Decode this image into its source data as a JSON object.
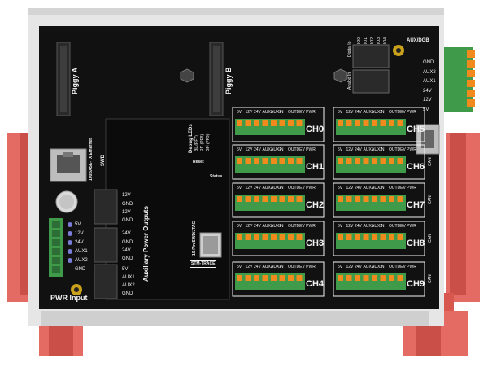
{
  "board": {
    "piggy_a": "Piggy A",
    "piggy_b": "Piggy B",
    "ethernet": "100BASE-TX Ethernet",
    "swd": "SWD",
    "reset": "Reset",
    "status": "Status",
    "debug_leds": {
      "title": "Debug LEDs",
      "items": [
        "BL (PF7)",
        "RD (PF8)",
        "GN (PF9)"
      ]
    },
    "stm_trace": "STM-TRACE",
    "swd_header": "10-Pin SWD/JTAG",
    "aux_power_title": "Auxiliary Power Outputs",
    "aux_power_rows": [
      "12V",
      "GND",
      "12V",
      "GND",
      "24V",
      "GND",
      "24V",
      "GND",
      "5V",
      "AUX1",
      "AUX2",
      "GND"
    ],
    "pwr_input": {
      "title": "PWR Input",
      "pins": [
        "5V",
        "12V",
        "24V",
        "AUX1",
        "AUX2",
        "GND"
      ]
    },
    "aux_dbg": {
      "title": "AUX/DGB",
      "pins": [
        "GND",
        "AUX2",
        "AUX1",
        "24V",
        "12V",
        "5V"
      ]
    },
    "digital_io": "Digital Io",
    "analog_in": "Analog In",
    "dig_cols": [
      "IO0",
      "IO1",
      "IO2",
      "IO3",
      "IO4"
    ],
    "channel_pins": [
      "5V",
      "12V",
      "24V",
      "AUX1",
      "AUX2",
      "IN",
      "OUT",
      "DEV PWR"
    ],
    "channels_left": [
      "CH0",
      "CH1",
      "CH2",
      "CH3",
      "CH4"
    ],
    "channels_right": [
      "CH5",
      "CH6",
      "CH7",
      "CH8",
      "CH9"
    ],
    "can_labels": [
      "CAN",
      "CAN",
      "CAN",
      "CAN"
    ]
  },
  "colors": {
    "pcb": "#111111",
    "enclosure": "#e6e6e6",
    "bracket": "#e36b63",
    "terminal_green": "#3f9a4a",
    "terminal_orange": "#f08a1c",
    "silk": "#f2f2f2"
  }
}
